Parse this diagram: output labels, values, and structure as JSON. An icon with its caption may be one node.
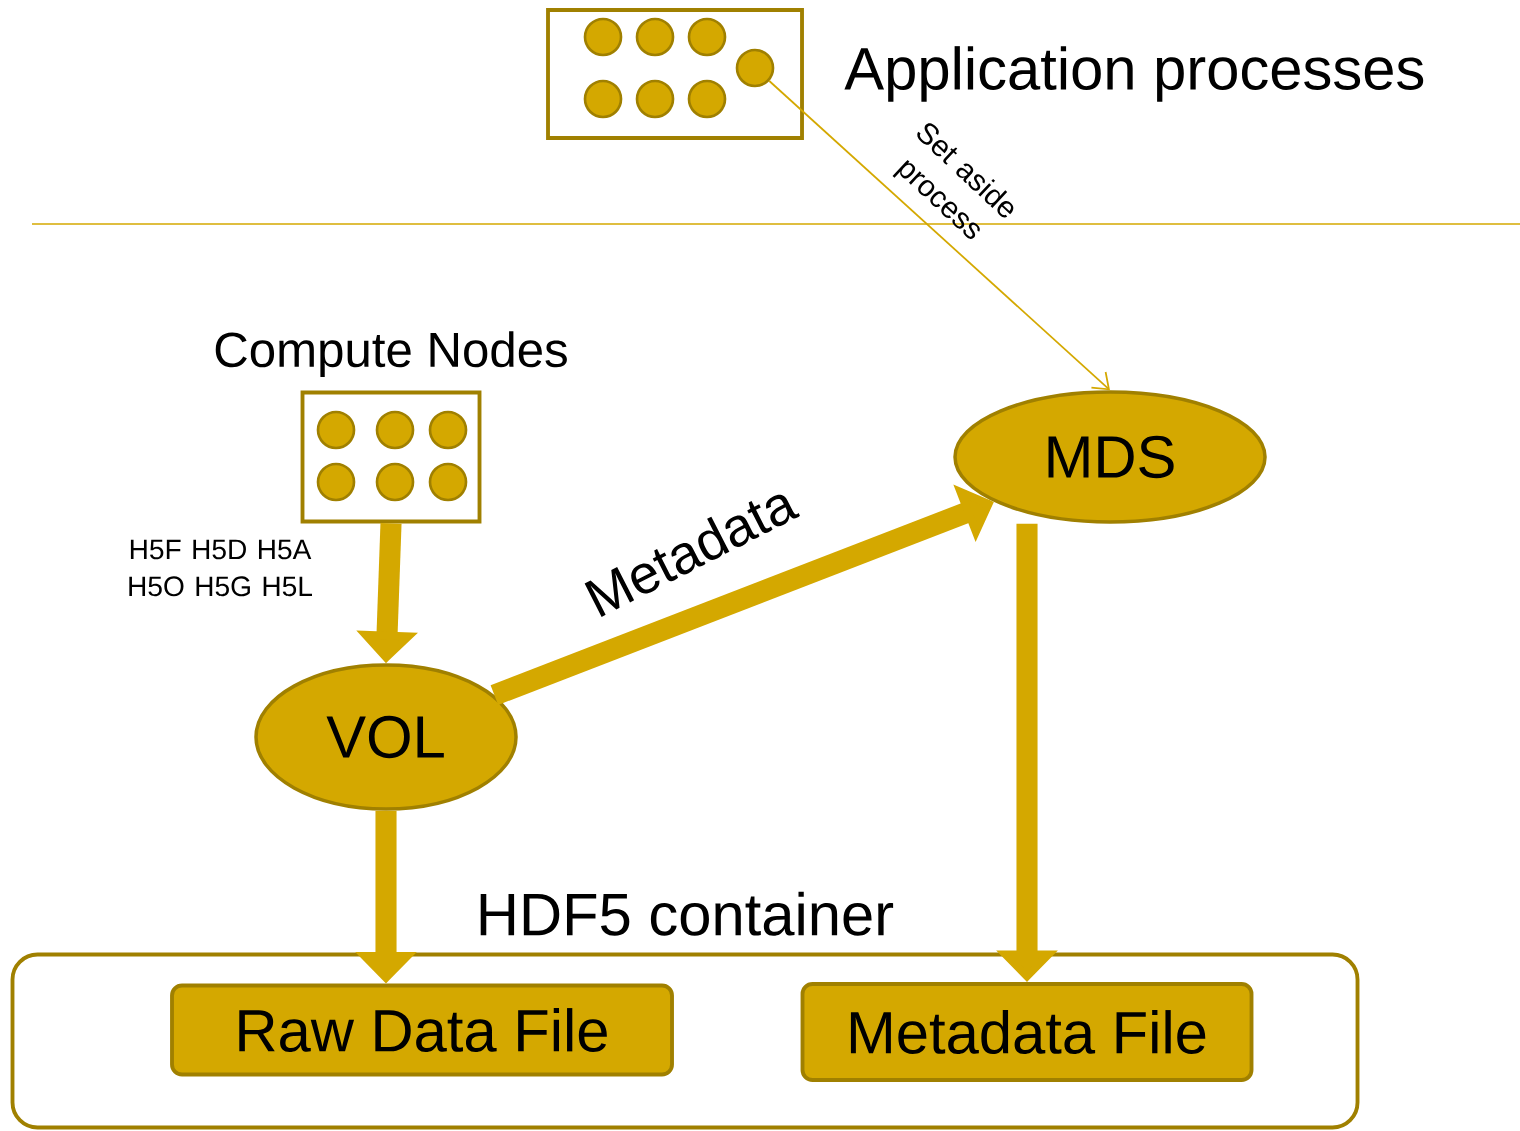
{
  "diagram": {
    "nodes": [
      {
        "text": [
          "Application processes"
        ]
      },
      {
        "text": [],
        "shape": "circle",
        "in": 0
      },
      {
        "text": [],
        "shape": "circle",
        "in": 0
      },
      {
        "text": [],
        "shape": "circle",
        "in": 0
      },
      {
        "text": [],
        "shape": "circle",
        "in": 0
      },
      {
        "text": [],
        "shape": "circle",
        "in": 0
      },
      {
        "text": [],
        "shape": "circle",
        "in": 0
      },
      {
        "text": [],
        "shape": "circle",
        "in": 0
      },
      {
        "text": [
          "Compute Nodes"
        ]
      },
      {
        "text": [],
        "shape": "circle",
        "in": 8
      },
      {
        "text": [],
        "shape": "circle",
        "in": 8
      },
      {
        "text": [],
        "shape": "circle",
        "in": 8
      },
      {
        "text": [],
        "shape": "circle",
        "in": 8
      },
      {
        "text": [],
        "shape": "circle",
        "in": 8
      },
      {
        "text": [],
        "shape": "circle",
        "in": 8
      },
      {
        "text": [
          "VOL"
        ]
      },
      {
        "text": [
          "MDS"
        ]
      },
      {
        "text": [
          "HDF5 container"
        ]
      },
      {
        "text": [
          "Raw Data File"
        ],
        "in": 17
      },
      {
        "text": [
          "Metadata File"
        ],
        "in": 17
      }
    ],
    "edges": [
      {
        "from": 4,
        "to": 16,
        "arrow": "to",
        "label": "Set aside process"
      },
      {
        "from": 8,
        "to": 15,
        "arrow": "to",
        "label": "H5F H5D H5A H5O H5G H5L"
      },
      {
        "from": 15,
        "to": 16,
        "arrow": "to",
        "label": "Metadata"
      },
      {
        "from": 15,
        "to": 18,
        "arrow": "to"
      },
      {
        "from": 16,
        "to": 19,
        "arrow": "to"
      }
    ]
  }
}
